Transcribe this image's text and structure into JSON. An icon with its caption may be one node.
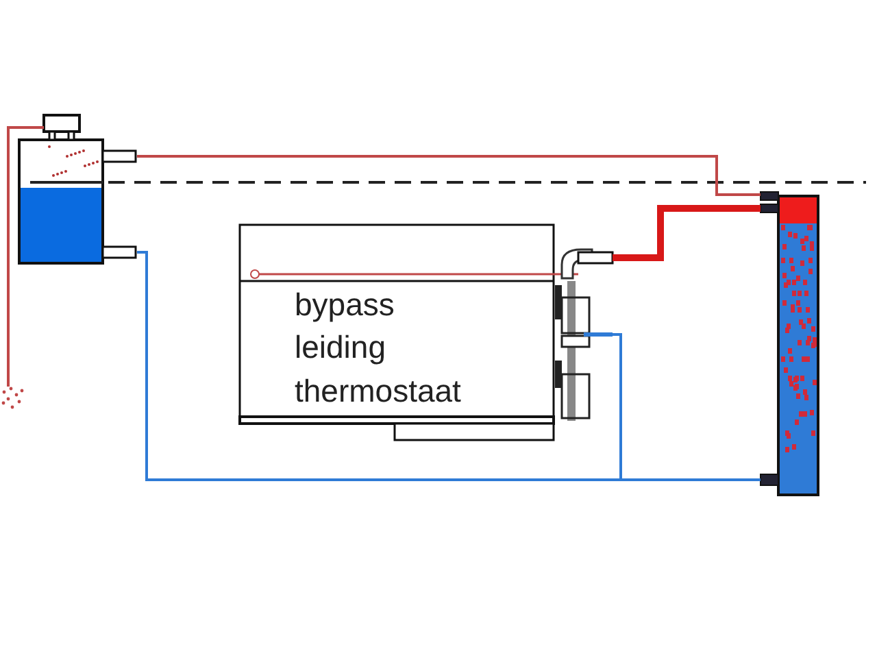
{
  "diagram": {
    "nodes": [
      {
        "text": [],
        "shape": "picture"
      },
      {
        "text": [
          "bypass",
          "leiding",
          "thermostaat"
        ]
      },
      {
        "text": [],
        "shape": "picture"
      },
      {
        "text": [],
        "shape": "picture"
      }
    ],
    "edges": [
      {
        "from": 0,
        "to": 2,
        "arrow": "none",
        "color": "#c04848"
      },
      {
        "from": 1,
        "to": 2,
        "arrow": "none",
        "style": "thick",
        "color": "#d81818"
      },
      {
        "from": 1,
        "to": 2,
        "arrow": "none",
        "color": "#2f7bd6"
      },
      {
        "from": 0,
        "to": 2,
        "arrow": "none",
        "color": "#2f7bd6"
      },
      {
        "from": 0,
        "to": 3,
        "arrow": "none",
        "color": "#c04848"
      }
    ]
  }
}
